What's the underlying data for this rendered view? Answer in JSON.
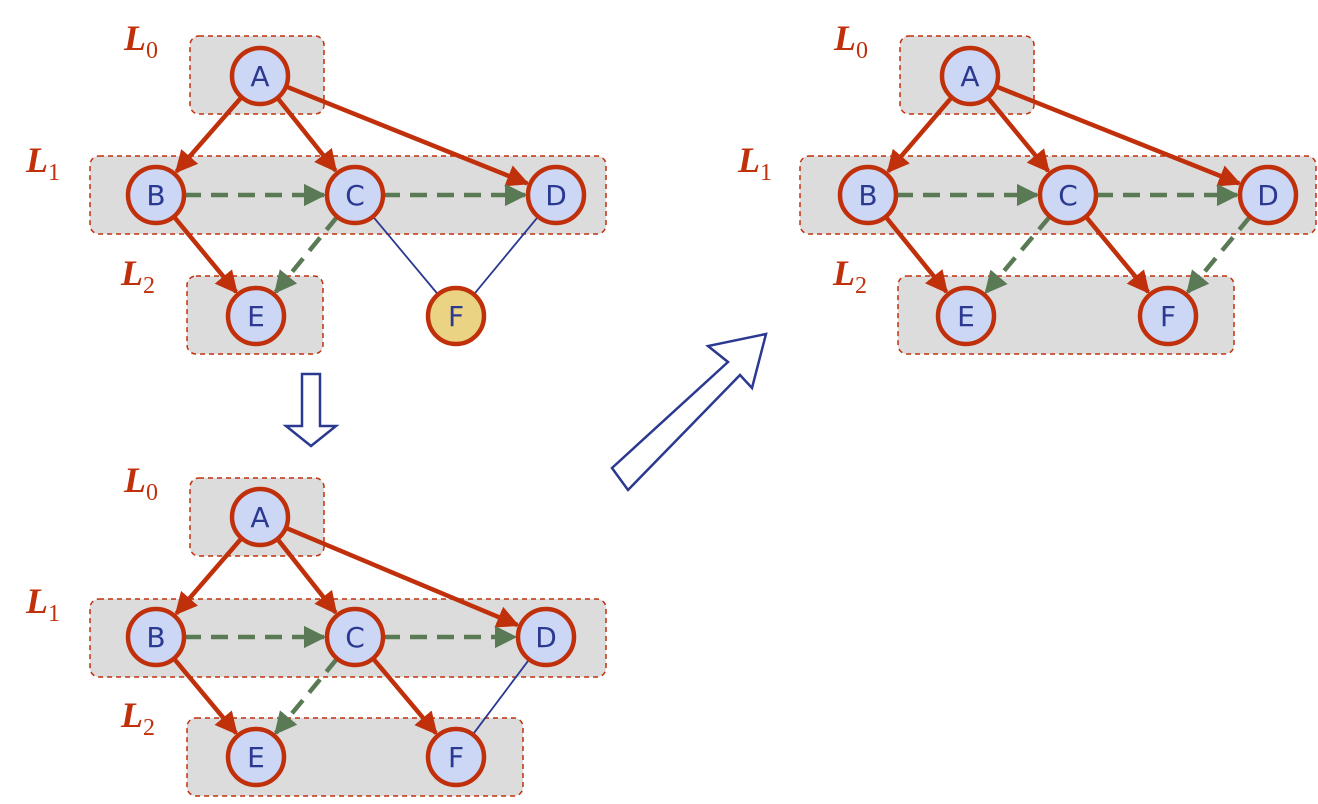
{
  "colors": {
    "tree_edge": "#c0300b",
    "cross_edge": "#5a7a55",
    "plain_edge": "#2b3990",
    "node_fill": "#cbd7f5",
    "node_new_fill": "#ead382",
    "node_stroke": "#c0300b",
    "band_fill": "#dcdcdc",
    "band_stroke": "#c0300b",
    "arrow_stroke": "#2b3990"
  },
  "diagrams": [
    {
      "id": "top-left",
      "levels": [
        {
          "letter": "L",
          "sub": "0"
        },
        {
          "letter": "L",
          "sub": "1"
        },
        {
          "letter": "L",
          "sub": "2"
        }
      ],
      "nodes": [
        {
          "id": "A",
          "label": "A",
          "state": "visited"
        },
        {
          "id": "B",
          "label": "B",
          "state": "visited"
        },
        {
          "id": "C",
          "label": "C",
          "state": "visited"
        },
        {
          "id": "D",
          "label": "D",
          "state": "visited"
        },
        {
          "id": "E",
          "label": "E",
          "state": "visited"
        },
        {
          "id": "F",
          "label": "F",
          "state": "new"
        }
      ],
      "edges": [
        {
          "from": "A",
          "to": "B",
          "kind": "tree"
        },
        {
          "from": "A",
          "to": "C",
          "kind": "tree"
        },
        {
          "from": "A",
          "to": "D",
          "kind": "tree"
        },
        {
          "from": "B",
          "to": "E",
          "kind": "tree"
        },
        {
          "from": "B",
          "to": "C",
          "kind": "cross"
        },
        {
          "from": "C",
          "to": "D",
          "kind": "cross"
        },
        {
          "from": "C",
          "to": "E",
          "kind": "cross"
        },
        {
          "from": "C",
          "to": "F",
          "kind": "plain"
        },
        {
          "from": "D",
          "to": "F",
          "kind": "plain"
        }
      ]
    },
    {
      "id": "bottom-left",
      "levels": [
        {
          "letter": "L",
          "sub": "0"
        },
        {
          "letter": "L",
          "sub": "1"
        },
        {
          "letter": "L",
          "sub": "2"
        }
      ],
      "nodes": [
        {
          "id": "A",
          "label": "A",
          "state": "visited"
        },
        {
          "id": "B",
          "label": "B",
          "state": "visited"
        },
        {
          "id": "C",
          "label": "C",
          "state": "visited"
        },
        {
          "id": "D",
          "label": "D",
          "state": "visited"
        },
        {
          "id": "E",
          "label": "E",
          "state": "visited"
        },
        {
          "id": "F",
          "label": "F",
          "state": "visited"
        }
      ],
      "edges": [
        {
          "from": "A",
          "to": "B",
          "kind": "tree"
        },
        {
          "from": "A",
          "to": "C",
          "kind": "tree"
        },
        {
          "from": "A",
          "to": "D",
          "kind": "tree"
        },
        {
          "from": "B",
          "to": "E",
          "kind": "tree"
        },
        {
          "from": "C",
          "to": "F",
          "kind": "tree"
        },
        {
          "from": "B",
          "to": "C",
          "kind": "cross"
        },
        {
          "from": "C",
          "to": "D",
          "kind": "cross"
        },
        {
          "from": "C",
          "to": "E",
          "kind": "cross"
        },
        {
          "from": "D",
          "to": "F",
          "kind": "plain"
        }
      ]
    },
    {
      "id": "right",
      "levels": [
        {
          "letter": "L",
          "sub": "0"
        },
        {
          "letter": "L",
          "sub": "1"
        },
        {
          "letter": "L",
          "sub": "2"
        }
      ],
      "nodes": [
        {
          "id": "A",
          "label": "A",
          "state": "visited"
        },
        {
          "id": "B",
          "label": "B",
          "state": "visited"
        },
        {
          "id": "C",
          "label": "C",
          "state": "visited"
        },
        {
          "id": "D",
          "label": "D",
          "state": "visited"
        },
        {
          "id": "E",
          "label": "E",
          "state": "visited"
        },
        {
          "id": "F",
          "label": "F",
          "state": "visited"
        }
      ],
      "edges": [
        {
          "from": "A",
          "to": "B",
          "kind": "tree"
        },
        {
          "from": "A",
          "to": "C",
          "kind": "tree"
        },
        {
          "from": "A",
          "to": "D",
          "kind": "tree"
        },
        {
          "from": "B",
          "to": "E",
          "kind": "tree"
        },
        {
          "from": "C",
          "to": "F",
          "kind": "tree"
        },
        {
          "from": "B",
          "to": "C",
          "kind": "cross"
        },
        {
          "from": "C",
          "to": "D",
          "kind": "cross"
        },
        {
          "from": "C",
          "to": "E",
          "kind": "cross"
        },
        {
          "from": "D",
          "to": "F",
          "kind": "cross"
        }
      ]
    }
  ]
}
